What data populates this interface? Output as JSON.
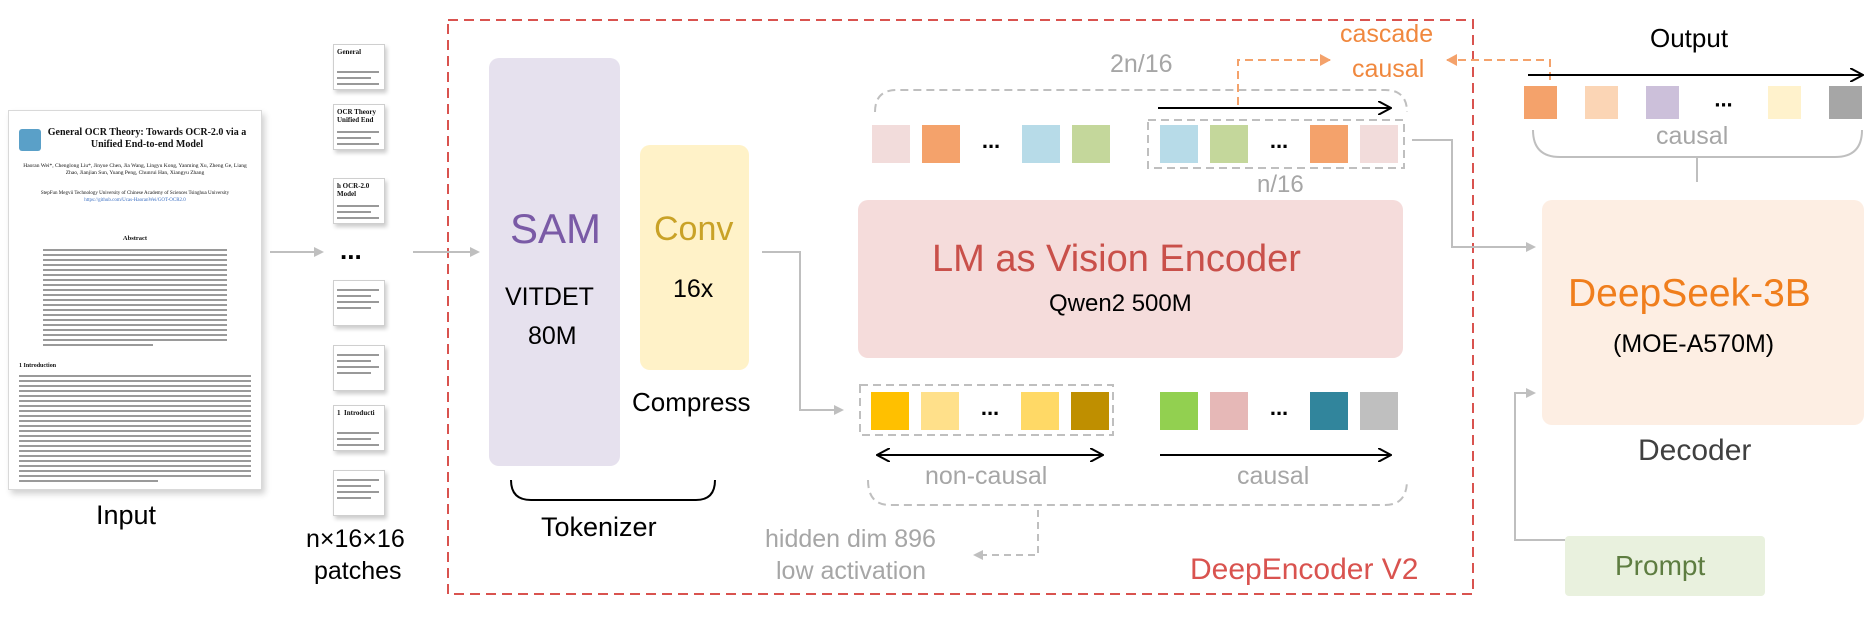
{
  "input": {
    "label": "Input",
    "doc_title": "General OCR Theory: Towards OCR-2.0 via a Unified End-to-end Model",
    "doc_authors": "Haoran Wei*, Chenglong Liu*, Jinyue Chen, Jia Wang, Lingyu Kong, Yanming Xu, Zheng Ge, Liang Zhao, Jianjian Sun, Yuang Peng, Chunrui Han, Xiangyu Zhang",
    "doc_affiliation": "StepFun  Megvii Technology  University of Chinese Academy of Sciences  Tsinghua University",
    "doc_url": "https://github.com/Ucas-HaoranWei/GOT-OCR2.0",
    "doc_abstract_heading": "Abstract",
    "doc_section_heading": "1   Introduction"
  },
  "patches": {
    "label_line1": "n×16×16",
    "label_line2": "patches",
    "ellipsis": "...",
    "snippets": [
      "General",
      "OCR Theory\nUnified End",
      "h OCR-2.0\nModel",
      "",
      "",
      "1  Introducti",
      ""
    ]
  },
  "deepencoder": {
    "title": "DeepEncoder V2",
    "sam_title": "SAM",
    "sam_line1": "VITDET",
    "sam_line2": "80M",
    "conv_title": "Conv",
    "conv_factor": "16x",
    "compress_label": "Compress",
    "tokenizer_label": "Tokenizer",
    "lm_title": "LM as Vision Encoder",
    "lm_subtitle": "Qwen2 500M",
    "label_2n16": "2n/16",
    "label_n16": "n/16",
    "label_noncausal": "non-causal",
    "label_causal": "causal",
    "hidden_line1": "hidden dim 896",
    "hidden_line2": "low activation",
    "ellipsis": "..."
  },
  "cascade": {
    "line1": "cascade",
    "line2": "causal"
  },
  "output": {
    "label": "Output",
    "causal_label": "causal",
    "ellipsis": "..."
  },
  "decoder": {
    "title": "DeepSeek-3B",
    "subtitle": "(MOE-A570M)",
    "label": "Decoder",
    "prompt": "Prompt"
  },
  "colors": {
    "red_dash": "#d9534f",
    "orange_text": "#f0883e",
    "sam_fill": "#e6e1ee",
    "sam_text": "#7a5aa6",
    "conv_fill": "#fff2c8",
    "conv_text": "#c9a227",
    "lm_fill": "#f5dcdb",
    "lm_text": "#c9504a",
    "decoder_fill": "#fdeee3",
    "decoder_text": "#f07e1c",
    "prompt_fill": "#e9f1de",
    "prompt_text": "#5e7d41",
    "gray_text": "#a6a6a6"
  },
  "token_rows": {
    "top_left": [
      "#f2dcdb",
      "#f4a26b",
      "ellipsis",
      "#b7dbe8",
      "#c4d79b"
    ],
    "top_right": [
      "#b7dbe8",
      "#c4d79b",
      "ellipsis",
      "#f4a26b",
      "#f2dcdb"
    ],
    "bottom_left": [
      "#ffc000",
      "#ffe08a",
      "ellipsis",
      "#ffd966",
      "#bf8f00"
    ],
    "bottom_right": [
      "#92d050",
      "#e6b8b7",
      "ellipsis",
      "#31859c",
      "#bfbfbf"
    ],
    "output": [
      "#f4a26b",
      "#fbd5b5",
      "#ccc0da",
      "ellipsis",
      "#fff2cc",
      "#a6a6a6"
    ]
  }
}
